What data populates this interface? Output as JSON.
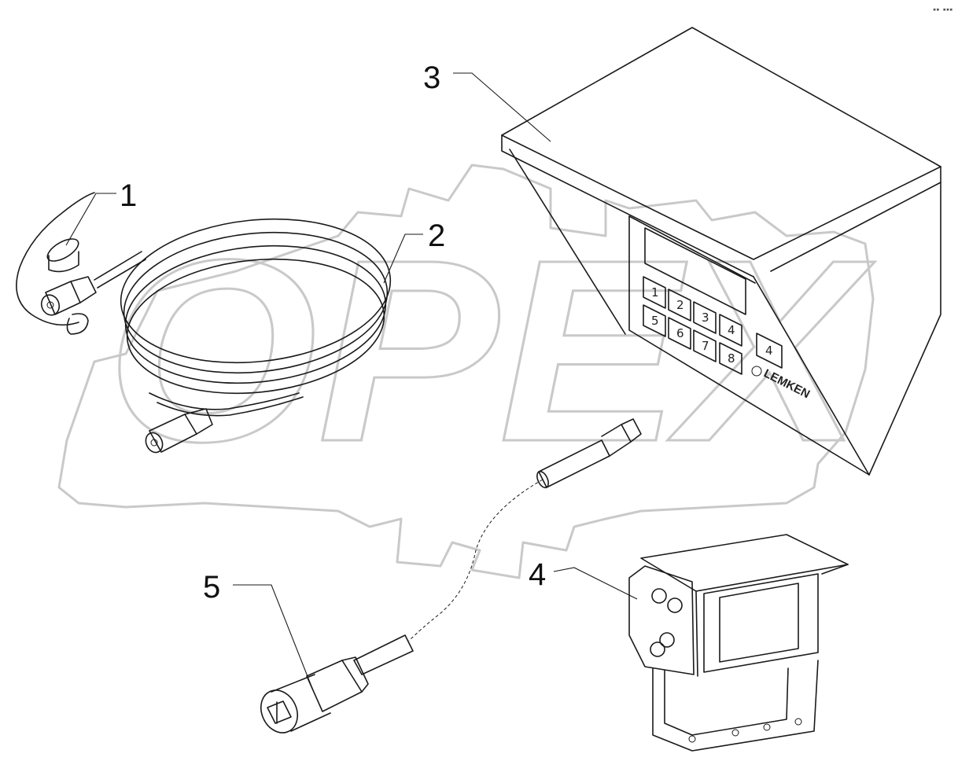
{
  "corner_mark": "▪▪ ▪▪▪",
  "watermark": {
    "text": "OPEX",
    "color": "#c9c9c9",
    "gear_icon": "gear-outline"
  },
  "callouts": [
    {
      "id": "1",
      "label": "1"
    },
    {
      "id": "2",
      "label": "2"
    },
    {
      "id": "3",
      "label": "3"
    },
    {
      "id": "4",
      "label": "4"
    },
    {
      "id": "5",
      "label": "5"
    }
  ],
  "monitor": {
    "keys": [
      "1",
      "2",
      "3",
      "4",
      "5",
      "6",
      "7",
      "8",
      "4"
    ],
    "brand": "LEMKEN"
  },
  "colors": {
    "line": "#1a1a1a",
    "background": "#ffffff"
  }
}
